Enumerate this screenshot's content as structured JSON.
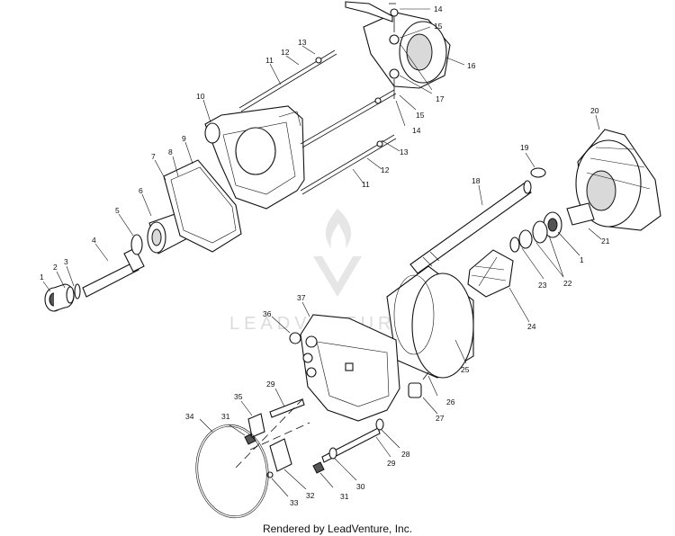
{
  "watermark": {
    "text": "LEADVENTURE"
  },
  "footer": {
    "text": "Rendered by LeadVenture, Inc."
  },
  "callouts": {
    "c1a": "1",
    "c2": "2",
    "c3": "3",
    "c4": "4",
    "c5": "5",
    "c6": "6",
    "c7": "7",
    "c8": "8",
    "c9": "9",
    "c10": "10",
    "c11a": "11",
    "c12a": "12",
    "c13a": "13",
    "c14a": "14",
    "c15a": "15",
    "c16": "16",
    "c17": "17",
    "c15b": "15",
    "c14b": "14",
    "c13b": "13",
    "c12b": "12",
    "c11b": "11",
    "c18": "18",
    "c19": "19",
    "c20": "20",
    "c21": "21",
    "c1b": "1",
    "c22": "22",
    "c23": "23",
    "c24": "24",
    "c25": "25",
    "c26": "26",
    "c27": "27",
    "c28": "28",
    "c29a": "29",
    "c29b": "29",
    "c30": "30",
    "c31a": "31",
    "c31b": "31",
    "c32": "32",
    "c33": "33",
    "c34": "34",
    "c35": "35",
    "c36": "36",
    "c37": "37"
  }
}
